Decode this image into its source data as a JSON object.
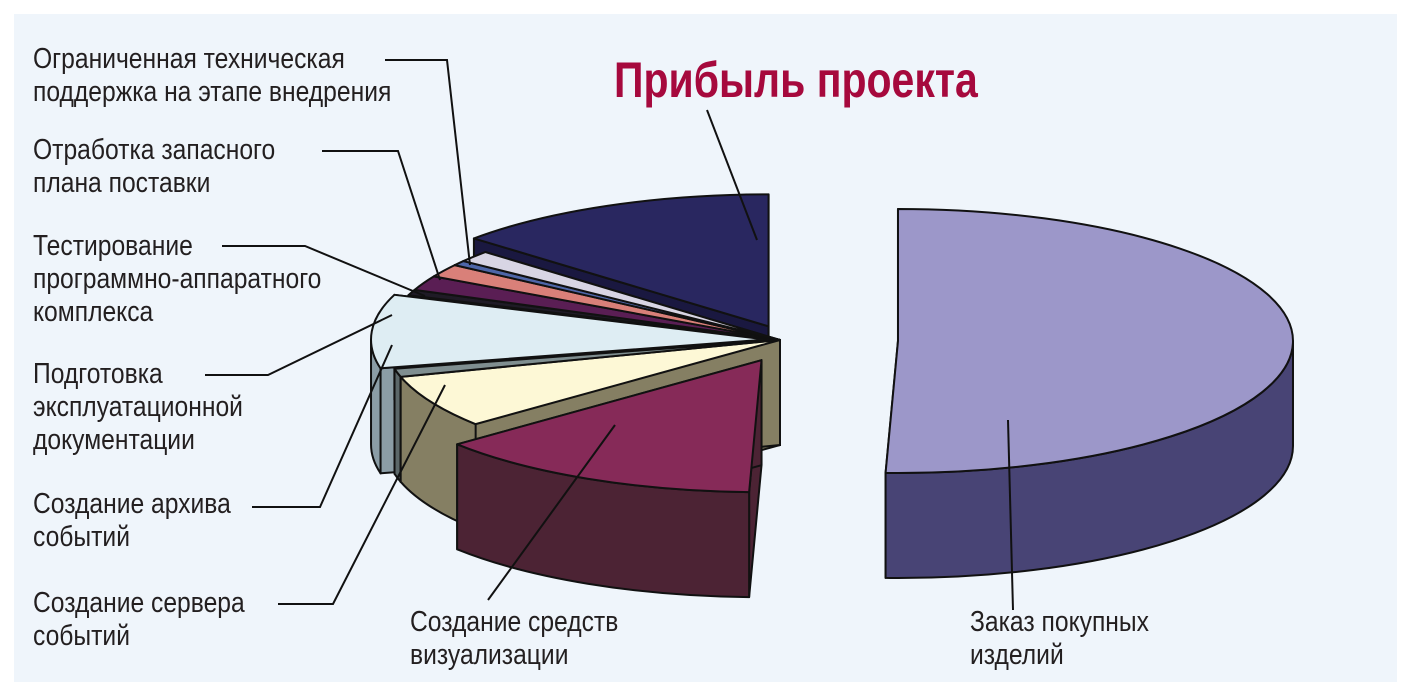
{
  "chart_data": {
    "type": "pie",
    "title": "Прибыль проекта",
    "slices": [
      {
        "label": "Заказ покупных изделий",
        "value": 50.5,
        "top_color": "#9c97c9",
        "side_color": "#484475"
      },
      {
        "label": "Создание средств визуализации",
        "value": 13.5,
        "top_color": "#862a58",
        "side_color": "#4c2334"
      },
      {
        "label": "Создание сервера событий",
        "value": 6.5,
        "top_color": "#fdf8d6",
        "side_color": "#857f63"
      },
      {
        "label": "Создание архива событий",
        "value": 1.0,
        "top_color": "#7f8e90",
        "side_color": "#5b6769"
      },
      {
        "label": "Подготовка эксплуатационной документации",
        "value": 9.0,
        "top_color": "#deedf3",
        "side_color": "#8b9da6"
      },
      {
        "label": null,
        "value": 0.7,
        "top_color": "#1f1b26",
        "side_color": "#15121b"
      },
      {
        "label": null,
        "value": 1.8,
        "top_color": "#5a1e54",
        "side_color": "#351434"
      },
      {
        "label": "Тестирование программно-аппаратного комплекса",
        "value": 1.6,
        "top_color": "#d98079",
        "side_color": "#8e4c48"
      },
      {
        "label": "Отработка запасного плана поставки",
        "value": 0.6,
        "top_color": "#4e66a8",
        "side_color": "#2e3c66"
      },
      {
        "label": "Ограниченная техническая поддержка на этапе внедрения",
        "value": 1.4,
        "top_color": "#d8d5e4",
        "side_color": "#8d8a9c"
      },
      {
        "label": null,
        "value": 13.4,
        "top_color": "#292760",
        "side_color": "#1a1840"
      }
    ]
  },
  "labels": {
    "title": "Прибыль проекта",
    "support_line1": "Ограниченная техническая",
    "support_line2": "поддержка на этапе внедрения",
    "backup_line1": "Отработка запасного",
    "backup_line2": "плана поставки",
    "testing_line1": "Тестирование",
    "testing_line2": "программно-аппаратного",
    "testing_line3": "комплекса",
    "docs_line1": "Подготовка",
    "docs_line2": "эксплуатационной",
    "docs_line3": "документации",
    "archive_line1": "Создание архива",
    "archive_line2": "событий",
    "server_line1": "Создание сервера",
    "server_line2": "событий",
    "viz_line1": "Создание средств",
    "viz_line2": "визуализации",
    "purchase_line1": "Заказ покупных",
    "purchase_line2": "изделий"
  }
}
